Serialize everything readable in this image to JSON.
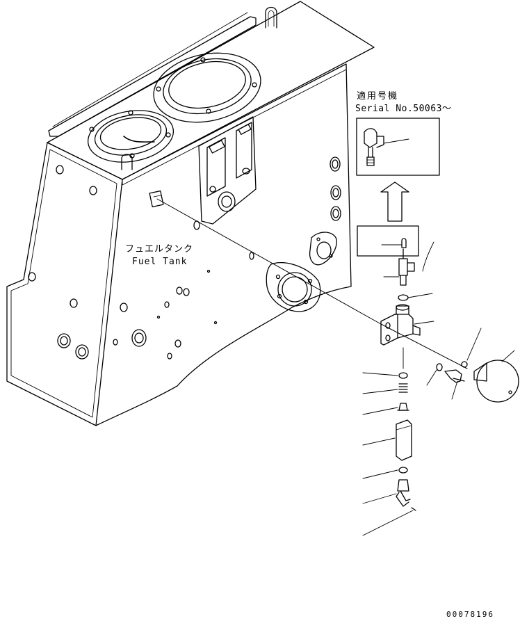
{
  "diagram": {
    "tank_label_jp": "フュエルタンク",
    "tank_label_en": "Fuel Tank",
    "serial_label_jp": "適用号機",
    "serial_label_en": "Serial No.50063～",
    "document_id": "00078196"
  },
  "colors": {
    "line": "#000000",
    "background": "#ffffff"
  }
}
